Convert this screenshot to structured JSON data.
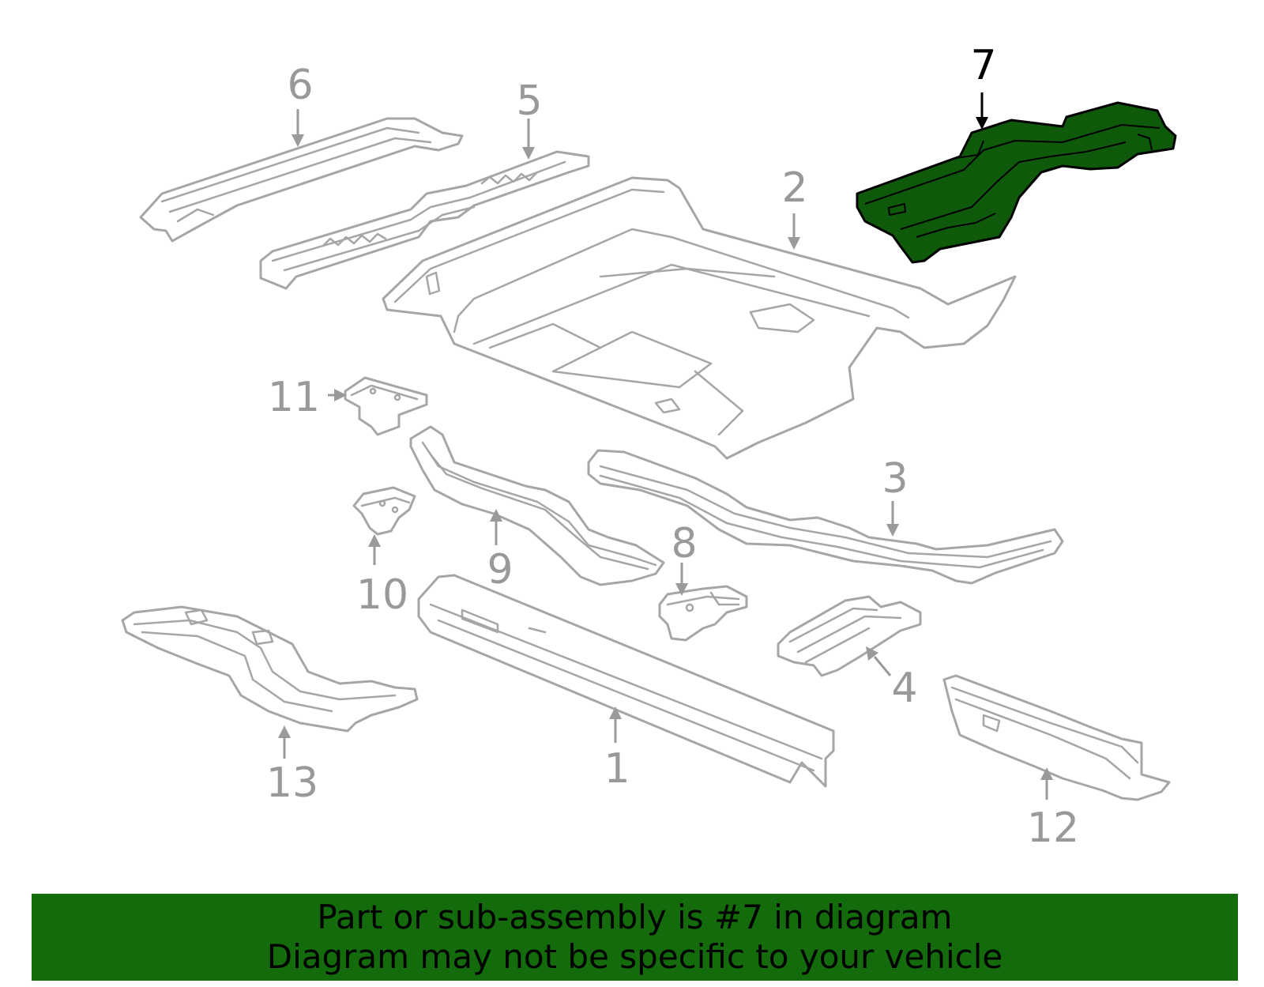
{
  "callouts": {
    "c1": "1",
    "c2": "2",
    "c3": "3",
    "c4": "4",
    "c5": "5",
    "c6": "6",
    "c7": "7",
    "c8": "8",
    "c9": "9",
    "c10": "10",
    "c11": "11",
    "c12": "12",
    "c13": "13"
  },
  "highlighted_part": "7",
  "colors": {
    "highlight_fill": "#0f5a0a",
    "banner_background": "#136b0c",
    "part_outline": "#a6a6a6"
  },
  "banner": {
    "line1": "Part or sub-assembly is #7 in diagram",
    "line2": "Diagram may not be specific to your vehicle"
  }
}
